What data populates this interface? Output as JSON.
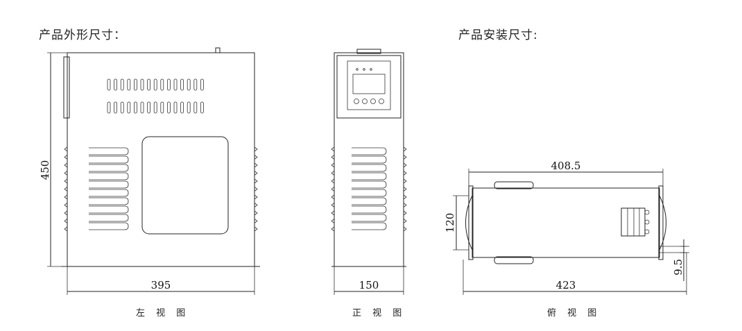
{
  "headings": {
    "left": "产品外形尺寸：",
    "right": "产品安装尺寸:"
  },
  "captions": {
    "left_view": "左 视 图",
    "front_view": "正 视 图",
    "top_view": "俯 视 图"
  },
  "dimensions": {
    "left_height": "450",
    "left_width": "395",
    "front_width": "150",
    "top_length": "408.5",
    "top_height": "120",
    "top_width": "423",
    "top_offset": "9.5"
  }
}
